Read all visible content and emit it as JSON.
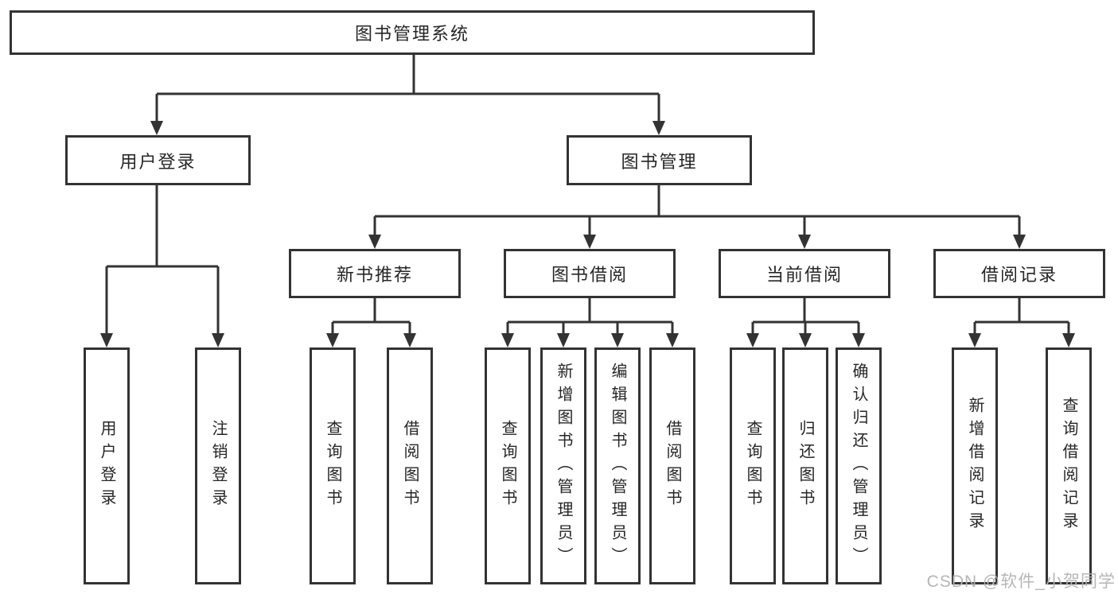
{
  "tree": {
    "root": {
      "label": "图书管理系统"
    },
    "branches": [
      {
        "label": "用户登录",
        "children": [
          {
            "label": "用户登录"
          },
          {
            "label": "注销登录"
          }
        ]
      },
      {
        "label": "图书管理",
        "children": [
          {
            "label": "新书推荐",
            "children": [
              {
                "label": "查询图书"
              },
              {
                "label": "借阅图书"
              }
            ]
          },
          {
            "label": "图书借阅",
            "children": [
              {
                "label": "查询图书"
              },
              {
                "label": "新增图书（管理员）"
              },
              {
                "label": "编辑图书（管理员）"
              },
              {
                "label": "借阅图书"
              }
            ]
          },
          {
            "label": "当前借阅",
            "children": [
              {
                "label": "查询图书"
              },
              {
                "label": "归还图书"
              },
              {
                "label": "确认归还（管理员）"
              }
            ]
          },
          {
            "label": "借阅记录",
            "children": [
              {
                "label": "新增借阅记录"
              },
              {
                "label": "查询借阅记录"
              }
            ]
          }
        ]
      }
    ]
  },
  "watermark": {
    "text": "CSDN @软件_小贺同学"
  },
  "colors": {
    "line": "#333333",
    "text": "#262626",
    "background": "#ffffff",
    "watermark": "#b3b3b3"
  }
}
